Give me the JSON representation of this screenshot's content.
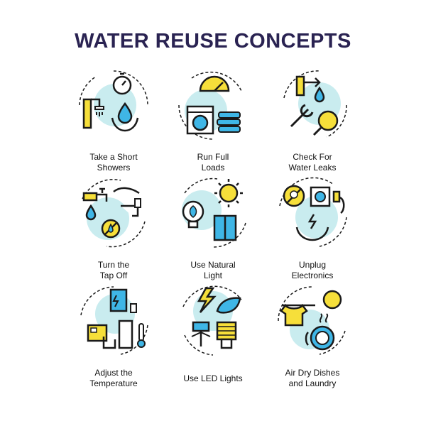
{
  "title": "WATER REUSE CONCEPTS",
  "colors": {
    "title": "#2a2352",
    "stroke": "#1a1a1a",
    "accent_blue": "#3fb6e6",
    "accent_yellow": "#f6df3a",
    "circle_fill": "#c9ecef"
  },
  "concepts": [
    {
      "icon": "shower-timer-icon",
      "lines": [
        "Take a Short",
        "Showers"
      ]
    },
    {
      "icon": "washing-machine-gauge-icon",
      "lines": [
        "Run Full",
        "Loads"
      ]
    },
    {
      "icon": "wrench-leak-magnifier-icon",
      "lines": [
        "Check For",
        "Water Leaks"
      ]
    },
    {
      "icon": "faucet-no-water-icon",
      "lines": [
        "Turn the",
        "Tap Off"
      ]
    },
    {
      "icon": "sun-window-bulb-icon",
      "lines": [
        "Use Natural",
        "Light"
      ]
    },
    {
      "icon": "unplug-outlet-icon",
      "lines": [
        "Unplug",
        "Electronics"
      ]
    },
    {
      "icon": "thermostat-hand-icon",
      "lines": [
        "Adjust the",
        "Temperature"
      ]
    },
    {
      "icon": "led-lights-leaf-icon",
      "lines": [
        "Use LED Lights"
      ]
    },
    {
      "icon": "dry-dishes-laundry-icon",
      "lines": [
        "Air Dry Dishes",
        "and Laundry"
      ]
    }
  ]
}
